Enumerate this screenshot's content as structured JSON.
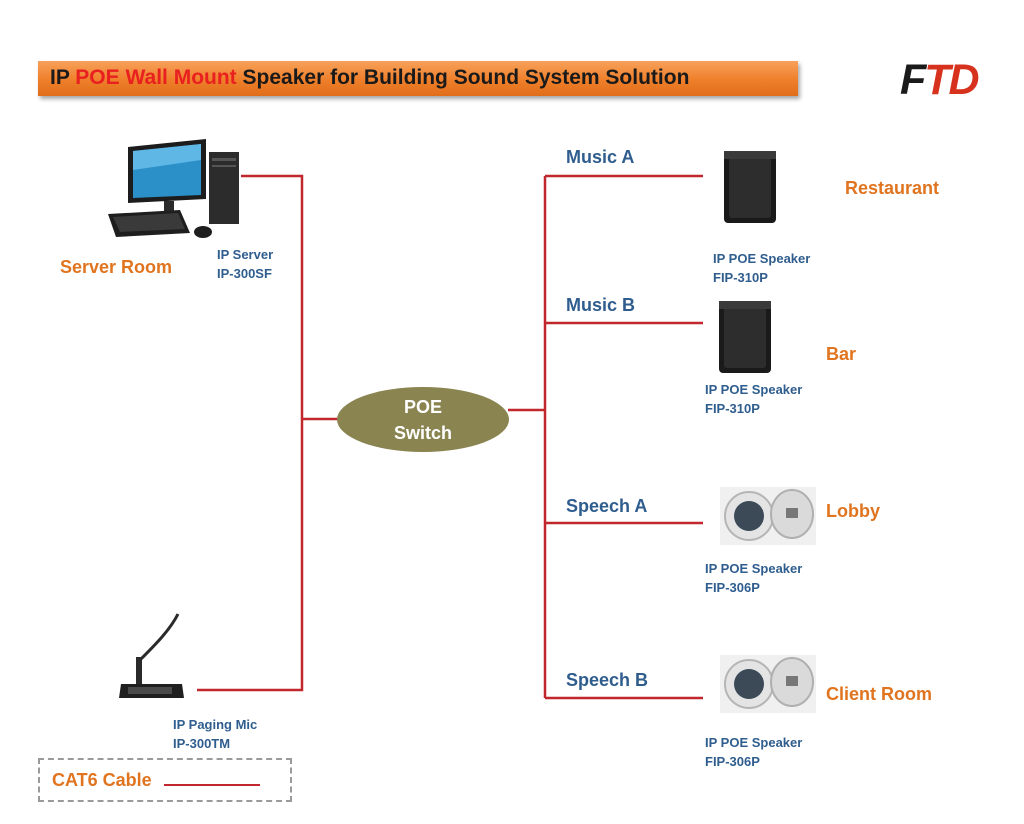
{
  "header": {
    "title_prefix": "IP ",
    "title_highlight": "POE Wall Mount",
    "title_suffix": " Speaker for Building Sound System Solution",
    "logo_f": "F",
    "logo_td": "TD"
  },
  "switch": {
    "line1": "POE",
    "line2": "Switch"
  },
  "left": {
    "server": {
      "room": "Server Room",
      "device": "IP Server",
      "model": "IP-300SF",
      "icon": "desktop-computer-icon"
    },
    "mic": {
      "device": "IP Paging Mic",
      "model": "IP-300TM",
      "icon": "gooseneck-microphone-icon"
    }
  },
  "zones": [
    {
      "zone": "Music A",
      "room": "Restaurant",
      "device": "IP  POE Speaker",
      "model": "FIP-310P",
      "icon": "wall-speaker-icon"
    },
    {
      "zone": "Music B",
      "room": "Bar",
      "device": "IP  POE Speaker",
      "model": "FIP-310P",
      "icon": "wall-speaker-icon"
    },
    {
      "zone": "Speech A",
      "room": "Lobby",
      "device": "IP  POE Speaker",
      "model": "FIP-306P",
      "icon": "ceiling-speaker-icon"
    },
    {
      "zone": "Speech B",
      "room": "Client Room",
      "device": "IP  POE Speaker",
      "model": "FIP-306P",
      "icon": "ceiling-speaker-icon"
    }
  ],
  "legend": {
    "label": "CAT6 Cable"
  },
  "colors": {
    "cable": "#c0282d",
    "room": "#e0741f",
    "zone": "#2f5d8e",
    "switch": "#8a8451",
    "title_bar": "#ef7f2a"
  }
}
